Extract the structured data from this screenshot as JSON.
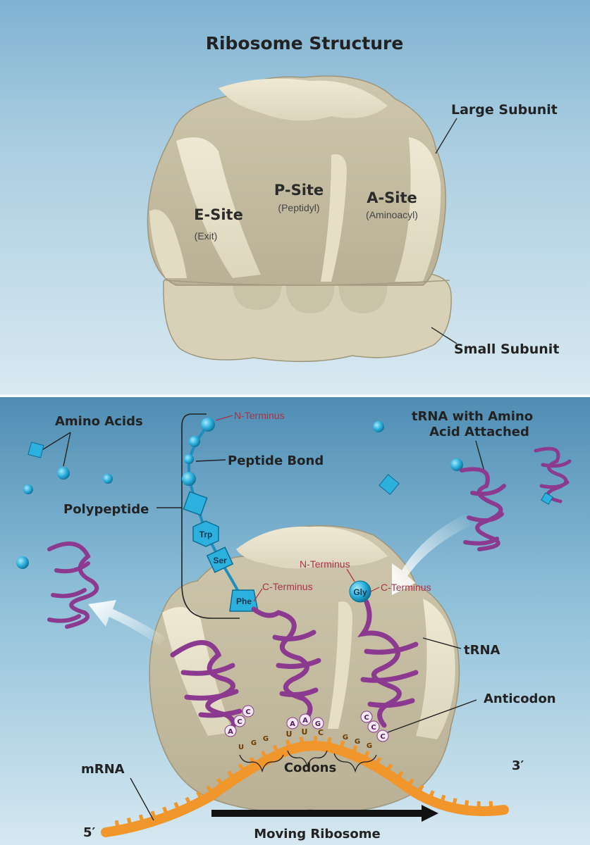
{
  "top": {
    "title": "Ribosome Structure",
    "large_subunit": "Large Subunit",
    "small_subunit": "Small Subunit",
    "e_site": "E-Site",
    "e_site_sub": "(Exit)",
    "p_site": "P-Site",
    "p_site_sub": "(Peptidyl)",
    "a_site": "A-Site",
    "a_site_sub": "(Aminoacyl)"
  },
  "bottom": {
    "amino_acids": "Amino Acids",
    "n_terminus": "N-Terminus",
    "peptide_bond": "Peptide Bond",
    "polypeptide": "Polypeptide",
    "trna_with_aa_1": "tRNA with Amino",
    "trna_with_aa_2": "Acid Attached",
    "n_terminus_2": "N-Terminus",
    "c_terminus_1": "C-Terminus",
    "c_terminus_2": "C-Terminus",
    "trna": "tRNA",
    "anticodon": "Anticodon",
    "codons": "Codons",
    "mrna": "mRNA",
    "five_prime": "5′",
    "three_prime": "3′",
    "moving_ribosome": "Moving Ribosome",
    "aa_trp": "Trp",
    "aa_ser": "Ser",
    "aa_phe": "Phe",
    "aa_gly": "Gly",
    "anticodon_e": [
      "A",
      "C",
      "C"
    ],
    "anticodon_p": [
      "A",
      "A",
      "G"
    ],
    "anticodon_a": [
      "C",
      "C",
      "C"
    ],
    "codon_bases": [
      "U",
      "G",
      "G",
      "U",
      "U",
      "C",
      "G",
      "G",
      "G"
    ]
  },
  "colors": {
    "background_top": "#c9dfeb",
    "background_bottom": "#6fa6c6",
    "ribosome": "#d6d0b8",
    "trna": "#8b3a8f",
    "mrna": "#f0962a",
    "amino_acid": "#2fb2de"
  }
}
